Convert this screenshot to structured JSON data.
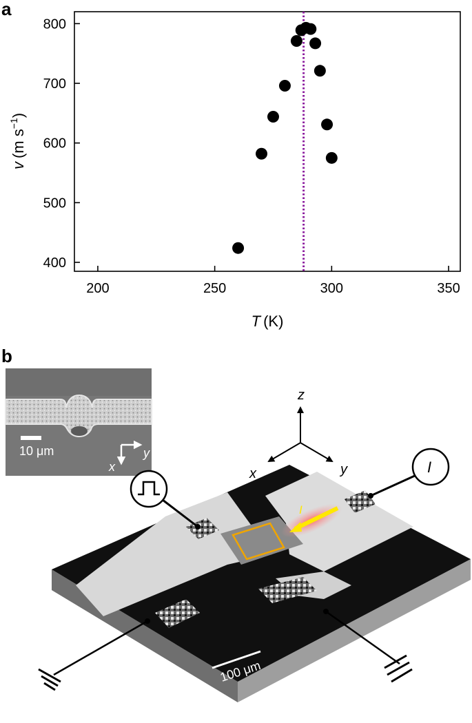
{
  "panel_a": {
    "label": "a"
  },
  "panel_b": {
    "label": "b",
    "inset_scale": "10 μm",
    "inset_axis_x": "x",
    "inset_axis_y": "y",
    "axis_z": "z",
    "axis_x": "x",
    "axis_y": "y",
    "current_symbol": "I",
    "device_current_label": "I",
    "scale_bar": "100 μm",
    "colors": {
      "arrow": "#ffe800",
      "box": "#f0a500",
      "glow": "#ff6a6a"
    }
  },
  "chart_data": {
    "type": "scatter",
    "x": [
      260,
      270,
      275,
      280,
      285,
      287,
      289,
      291,
      293,
      295,
      298,
      300
    ],
    "y": [
      424,
      582,
      644,
      696,
      771,
      789,
      793,
      791,
      767,
      721,
      631,
      575
    ],
    "xlabel_var": "T",
    "xlabel_unit": "(K)",
    "ylabel_var": "v",
    "ylabel_unit": "(m s",
    "ylabel_exp": "−1",
    "ylabel_close": ")",
    "xlim": [
      190,
      355
    ],
    "ylim": [
      385,
      820
    ],
    "xticks": [
      200,
      250,
      300,
      350
    ],
    "yticks": [
      400,
      500,
      600,
      700,
      800
    ],
    "vline": {
      "x": 288,
      "color": "#8b1a9e",
      "style": "dotted"
    },
    "marker_color": "#000000",
    "grid": false
  }
}
